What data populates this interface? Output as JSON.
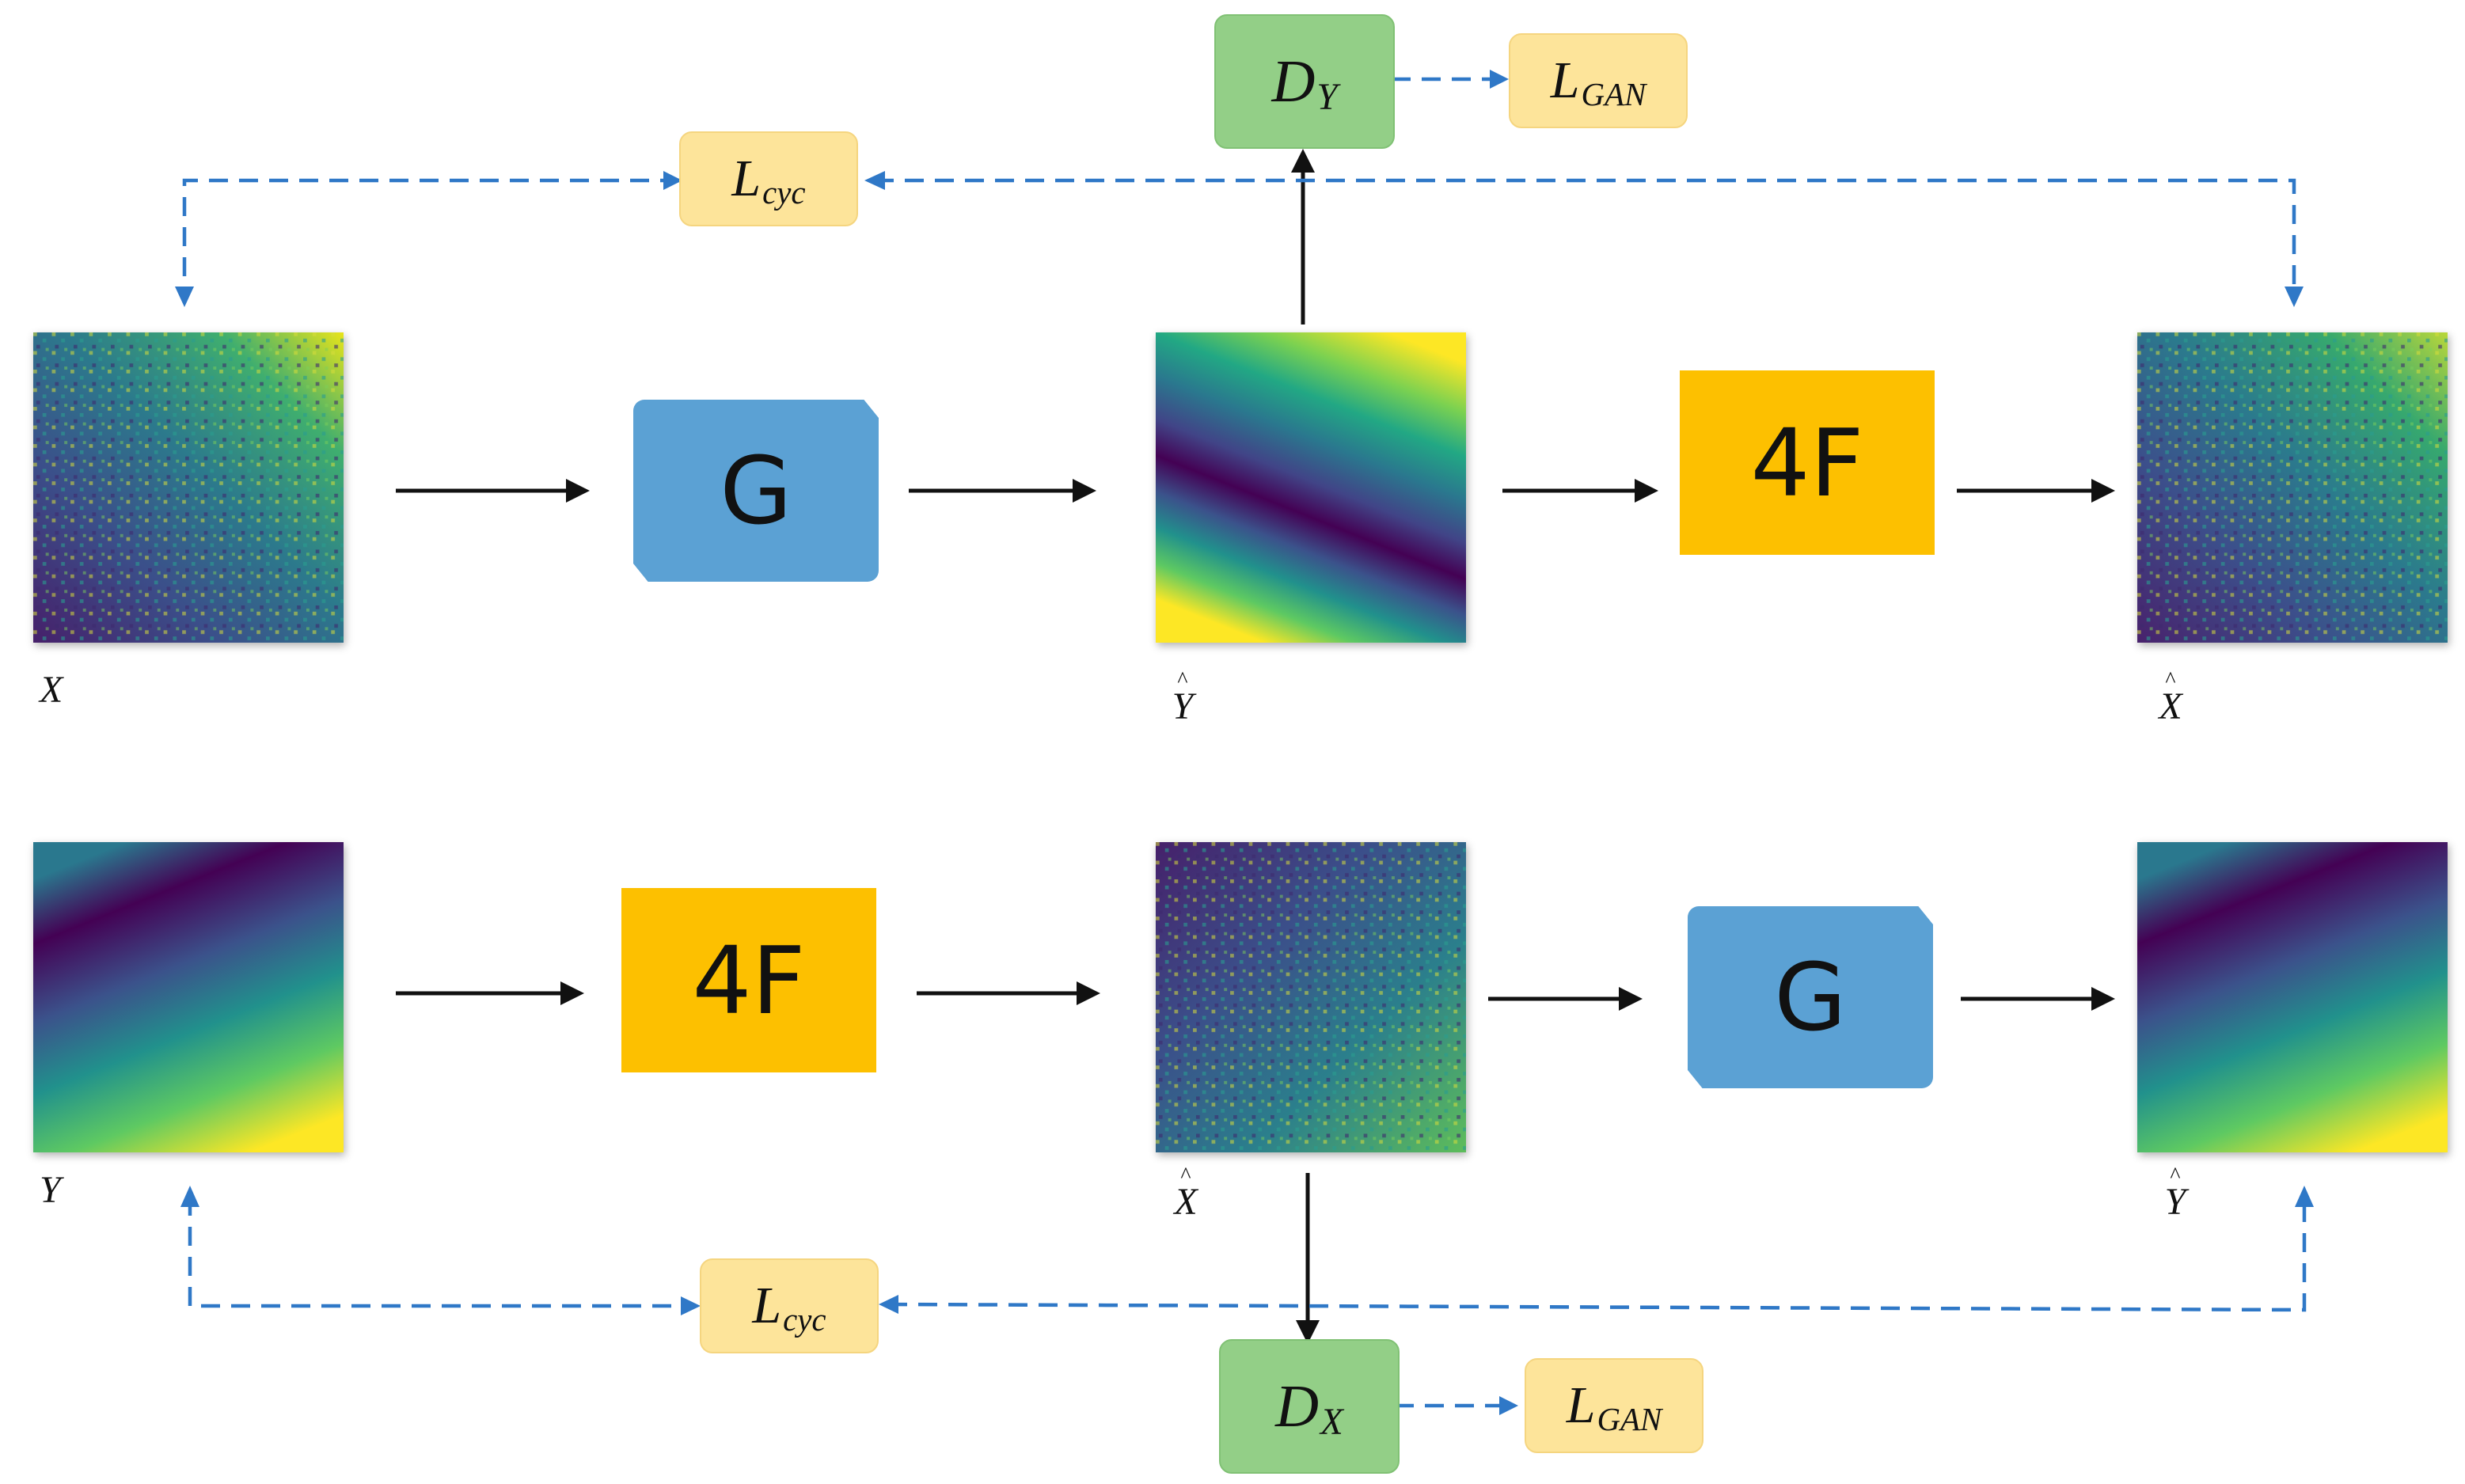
{
  "top_row": {
    "input_label": "X",
    "generator_label": "G",
    "fake_label": "Y",
    "physics_label": "4F",
    "recon_label": "X",
    "discriminator": {
      "main": "D",
      "sub": "Y"
    },
    "gan_loss": {
      "main": "L",
      "sub": "GAN"
    },
    "cycle_loss": {
      "main": "L",
      "sub": "cyc"
    }
  },
  "bottom_row": {
    "input_label": "Y",
    "physics_label": "4F",
    "fake_label": "X",
    "generator_label": "G",
    "recon_label": "Y",
    "discriminator": {
      "main": "D",
      "sub": "X"
    },
    "gan_loss": {
      "main": "L",
      "sub": "GAN"
    },
    "cycle_loss": {
      "main": "L",
      "sub": "cyc"
    }
  },
  "hat_glyph": "^",
  "colors": {
    "generator": "#5ba1d4",
    "physics": "#fdc000",
    "discriminator": "#93cf87",
    "loss": "#fde49a",
    "dashed_arrow": "#2f78c7",
    "solid_arrow": "#111111"
  }
}
